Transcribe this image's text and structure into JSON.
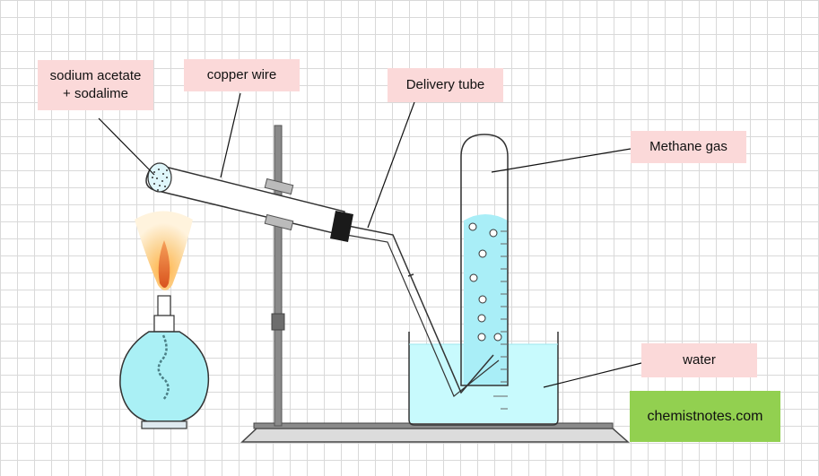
{
  "labels": {
    "sodium_line1": "sodium acetate",
    "sodium_line2": "+ sodalime",
    "copper_wire": "copper wire",
    "delivery_tube": "Delivery tube",
    "methane_gas": "Methane gas",
    "water": "water"
  },
  "brand": "chemistnotes.com",
  "colors": {
    "label_bg": "#fbd9d9",
    "brand_bg": "#92d050",
    "water": "#aaf0f5",
    "metal": "#777777"
  }
}
